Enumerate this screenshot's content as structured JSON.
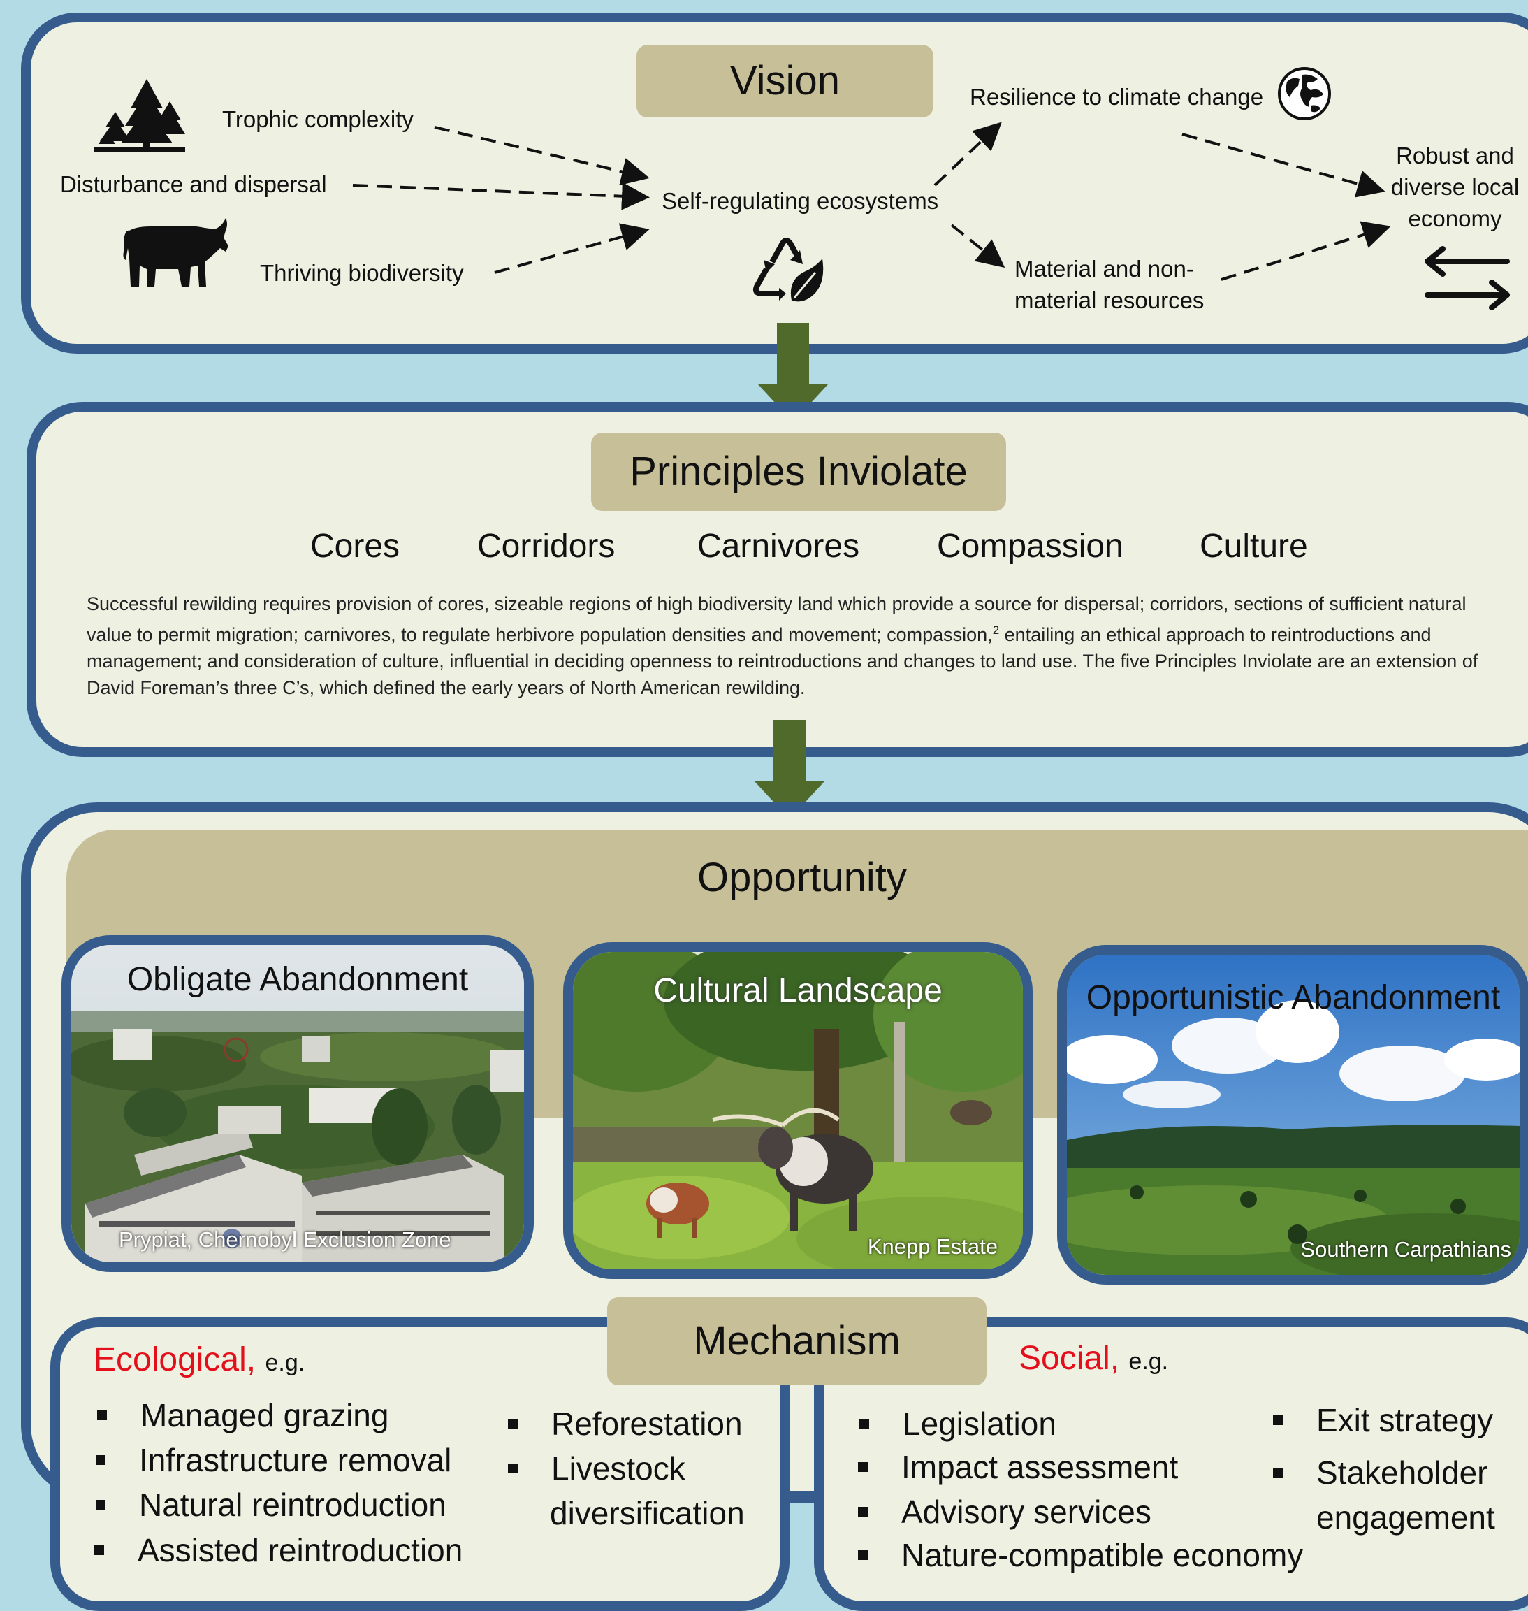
{
  "vision": {
    "title": "Vision",
    "inputs": [
      "Trophic complexity",
      "Disturbance and dispersal",
      "Thriving biodiversity"
    ],
    "center": "Self-regulating ecosystems",
    "outputs": [
      "Resilience to climate change",
      "Material and non-material resources"
    ],
    "final": "Robust and diverse local economy",
    "icons": [
      "forest-icon",
      "bull-icon",
      "recycle-leaf-icon",
      "globe-icon",
      "exchange-arrows-icon"
    ]
  },
  "principles": {
    "title": "Principles Inviolate",
    "items": [
      "Cores",
      "Corridors",
      "Carnivores",
      "Compassion",
      "Culture"
    ],
    "description_1": "Successful rewilding requires provision of cores, sizeable regions of high biodiversity land which provide a source for dispersal; corridors, sections of sufficient natural value to permit migration; carnivores, to regulate herbivore population densities and movement; compassion,",
    "footnote": "2",
    "description_2": " entailing an ethical approach to reintroductions and management; and consideration of culture, influential in deciding openness to reintroductions and changes to land use. The five Principles Inviolate are an extension of David Foreman’s three C’s, which defined the early years of North American rewilding."
  },
  "opportunity": {
    "title": "Opportunity",
    "cards": [
      {
        "title": "Obligate Abandonment",
        "caption": "Prypiat, Chernobyl Exclusion Zone"
      },
      {
        "title": "Cultural Landscape",
        "caption": "Knepp Estate"
      },
      {
        "title": "Opportunistic Abandonment",
        "caption": "Southern Carpathians"
      }
    ]
  },
  "mechanism": {
    "title": "Mechanism",
    "ecological": {
      "label": "Ecological,",
      "eg": "e.g.",
      "col1": [
        "Managed grazing",
        "Infrastructure removal",
        "Natural reintroduction",
        "Assisted reintroduction"
      ],
      "col2": [
        "Reforestation",
        "Livestock",
        "diversification"
      ]
    },
    "social": {
      "label": "Social,",
      "eg": "e.g.",
      "col1": [
        "Legislation",
        "Impact assessment",
        "Advisory services",
        "Nature-compatible economy"
      ],
      "col2": [
        "Exit strategy",
        "Stakeholder",
        "engagement"
      ]
    }
  },
  "colors": {
    "background": "#b3dbe6",
    "panel": "#eef0e2",
    "border": "#365c8d",
    "tan": "#c7bf98",
    "arrow": "#4f6a2b",
    "accent_red": "#e3101c"
  }
}
